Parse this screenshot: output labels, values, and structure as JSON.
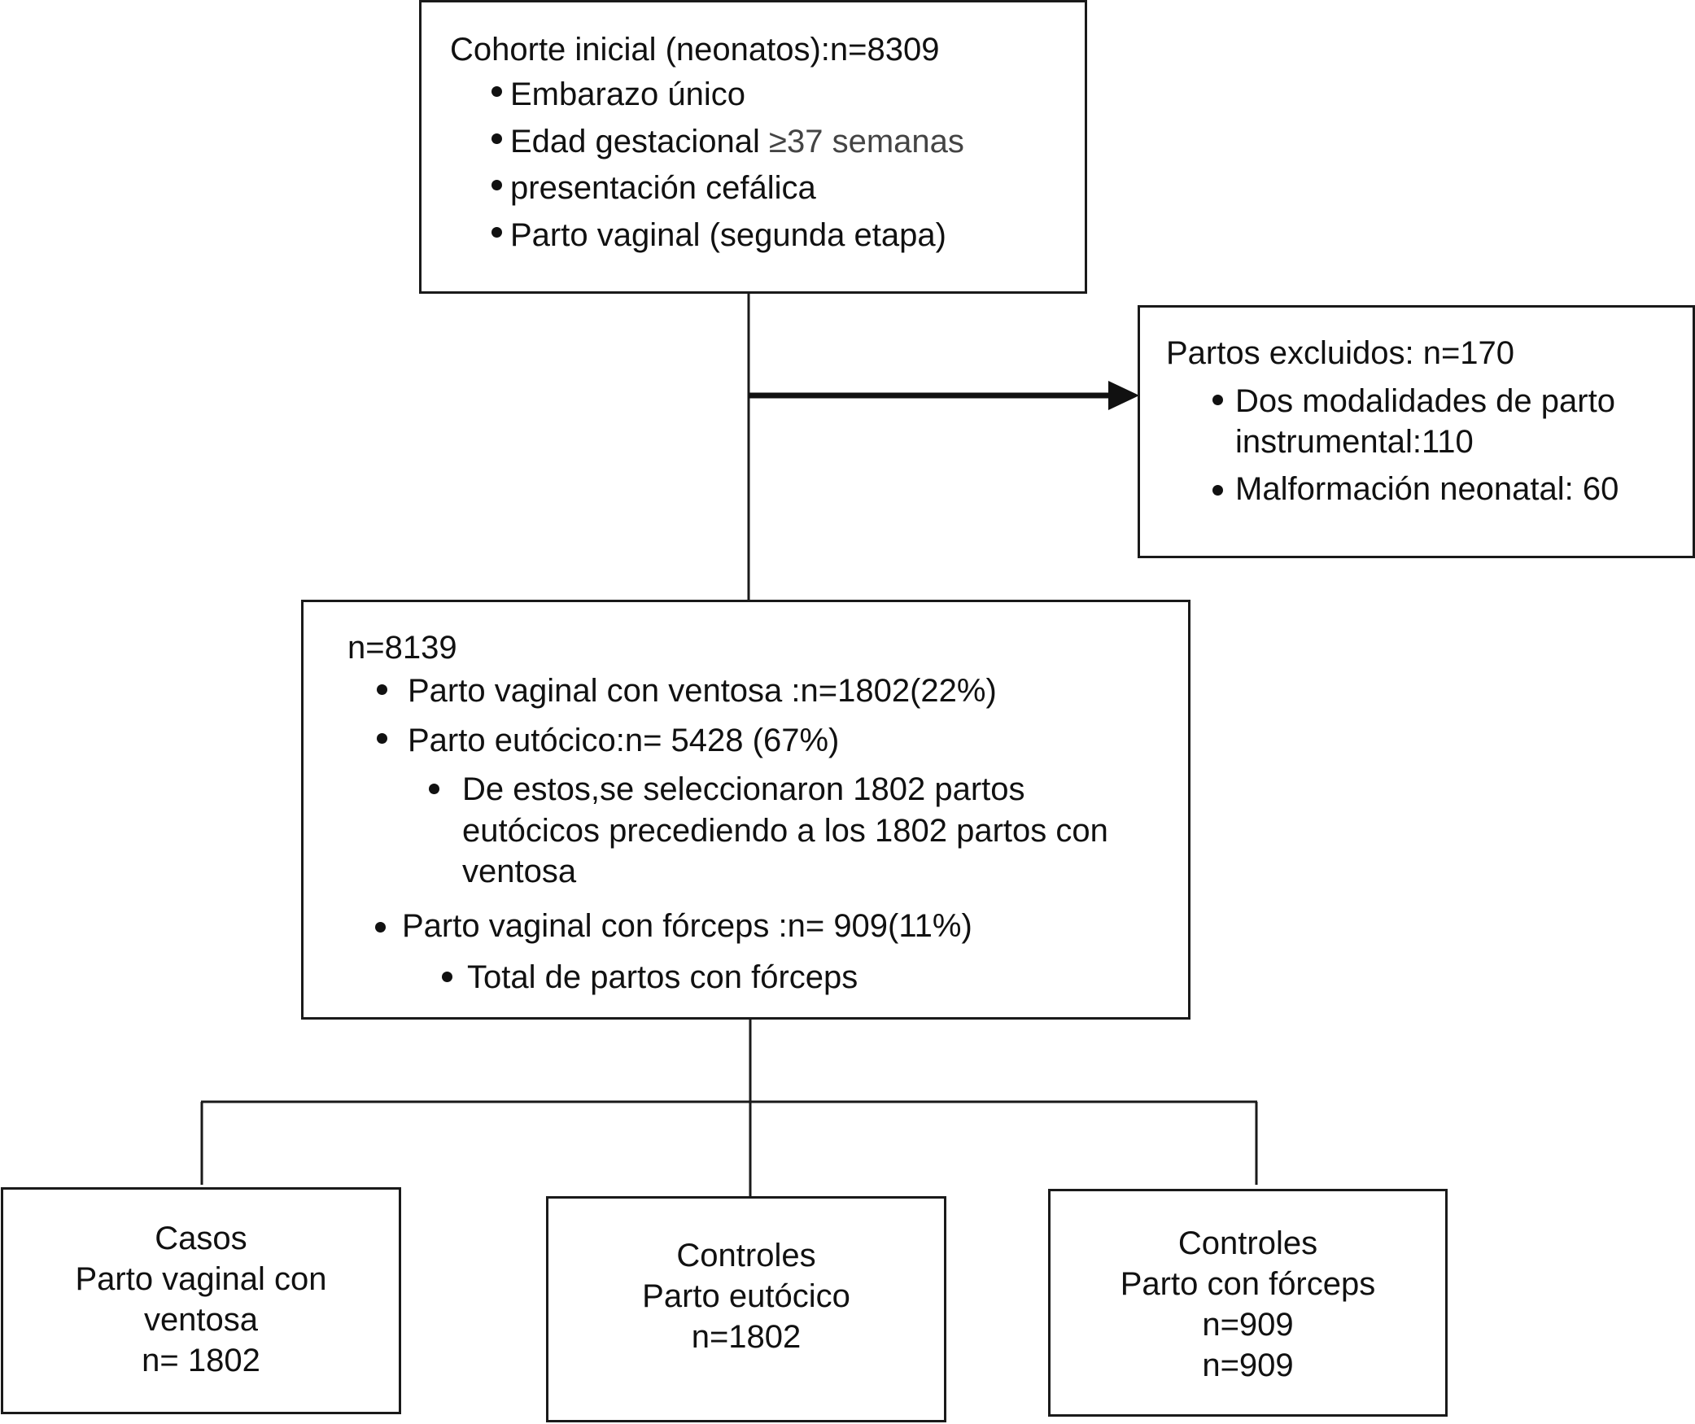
{
  "top_box": {
    "title": "Cohorte  inicial (neonatos):n=8309",
    "criteria": [
      "Embarazo único",
      "Edad gestacional ",
      "presentación cefálica",
      "Parto vaginal (segunda etapa)"
    ],
    "criteria_suffix": "≥37 semanas"
  },
  "excluded_box": {
    "title": "Partos excluidos: n=170",
    "item1_line1": "Dos modalidades de parto",
    "item1_line2": "instrumental:110",
    "item2": "Malformación neonatal: 60"
  },
  "middle_box": {
    "total": "n=8139",
    "ventosa": "Parto vaginal con ventosa :n=1802(22%)",
    "eutocico": "Parto eutócico:n= 5428 (67%)",
    "sub_line1": "De estos,se seleccionaron 1802 partos",
    "sub_line2": "eutócicos precediendo a los 1802 partos con",
    "sub_line3": "ventosa",
    "forceps": "Parto vaginal con fórceps :n= 909(11%)",
    "forceps_sub": "Total de partos con fórceps"
  },
  "bottom_boxes": [
    {
      "lines": [
        "Casos",
        "Parto vaginal con",
        "ventosa",
        "n= 1802"
      ]
    },
    {
      "lines": [
        "Controles",
        "Parto eutócico",
        "n=1802"
      ]
    },
    {
      "lines": [
        "Controles",
        "Parto con fórceps",
        "n=909",
        "n=909"
      ]
    }
  ]
}
